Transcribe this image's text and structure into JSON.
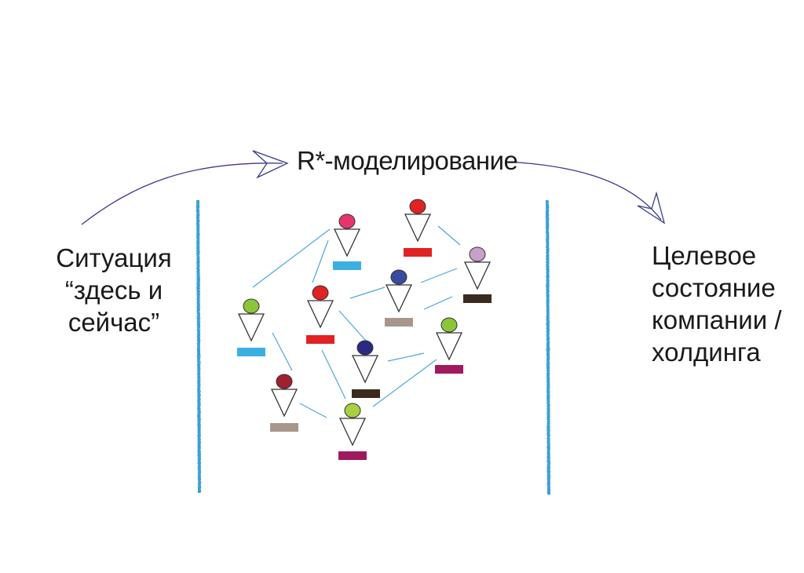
{
  "title": "R*-моделирование",
  "left_label": [
    "Ситуация",
    "“здесь и",
    "сейчас”"
  ],
  "right_label": [
    "Целевое",
    "состояние",
    "компании /",
    "холдинга"
  ],
  "colors": {
    "arrow": "#3a3a8c",
    "wall": "#3a9fd4",
    "edge": "#4aa8d8",
    "figure_outline": "#333333"
  },
  "figures": [
    {
      "id": "pink-head",
      "head": "#e8336b",
      "base": "#3bb0e0"
    },
    {
      "id": "red-head-top",
      "head": "#e02222",
      "base": "#e02222"
    },
    {
      "id": "lilac-head",
      "head": "#c8a0c8",
      "base": "#3a2a20"
    },
    {
      "id": "navy-head-mid",
      "head": "#3a4aa0",
      "base": "#a8968a"
    },
    {
      "id": "red-head-mid",
      "head": "#e02222",
      "base": "#e02222"
    },
    {
      "id": "green-head-left",
      "head": "#8cc43a",
      "base": "#3bb0e0"
    },
    {
      "id": "green-head-right",
      "head": "#8cc43a",
      "base": "#a01a60"
    },
    {
      "id": "navy-head-low",
      "head": "#2a2a80",
      "base": "#3a2a20"
    },
    {
      "id": "darkred-head",
      "head": "#a02030",
      "base": "#a8968a"
    },
    {
      "id": "green-head-bottom",
      "head": "#a8d040",
      "base": "#a01a60"
    }
  ]
}
